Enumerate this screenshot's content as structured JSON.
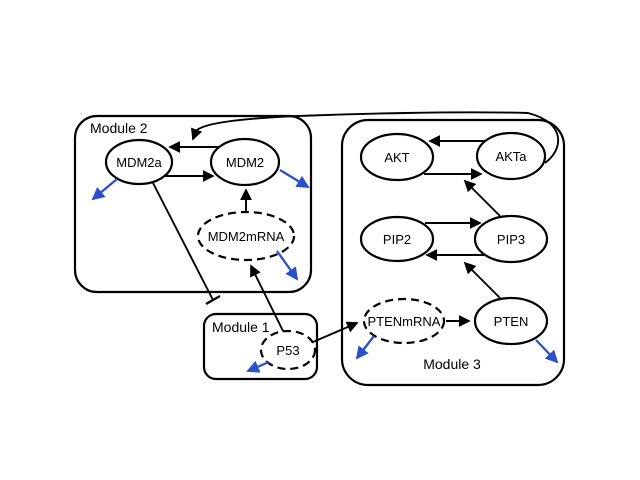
{
  "canvas": {
    "background": "#ffffff",
    "line_color": "#000000",
    "accent_blue": "#2b50c8"
  },
  "modules": [
    {
      "label": "Module 2"
    },
    {
      "label": "Module 1"
    },
    {
      "label": "Module 3"
    }
  ],
  "nodes": [
    {
      "label": "MDM2a",
      "style": "solid",
      "module": "Module 2"
    },
    {
      "label": "MDM2",
      "style": "solid",
      "module": "Module 2"
    },
    {
      "label": "MDM2mRNA",
      "style": "dashed",
      "module": "Module 2"
    },
    {
      "label": "P53",
      "style": "dashed",
      "module": "Module 1"
    },
    {
      "label": "AKT",
      "style": "solid",
      "module": "Module 3"
    },
    {
      "label": "AKTa",
      "style": "solid",
      "module": "Module 3"
    },
    {
      "label": "PIP2",
      "style": "solid",
      "module": "Module 3"
    },
    {
      "label": "PIP3",
      "style": "solid",
      "module": "Module 3"
    },
    {
      "label": "PTENmRNA",
      "style": "dashed",
      "module": "Module 3"
    },
    {
      "label": "PTEN",
      "style": "solid",
      "module": "Module 3"
    }
  ],
  "edges": [
    {
      "from": "MDM2",
      "to": "MDM2a",
      "type": "conversion"
    },
    {
      "from": "MDM2a",
      "to": "MDM2",
      "type": "conversion"
    },
    {
      "from": "MDM2mRNA",
      "to": "MDM2",
      "type": "translation"
    },
    {
      "from": "P53",
      "to": "MDM2mRNA",
      "type": "transcription"
    },
    {
      "from": "MDM2a",
      "to": "P53",
      "type": "inhibition"
    },
    {
      "from": "P53",
      "to": "PTENmRNA",
      "type": "transcription"
    },
    {
      "from": "PTENmRNA",
      "to": "PTEN",
      "type": "translation"
    },
    {
      "from": "PTEN",
      "to": "PIP3-to-PIP2",
      "type": "catalysis"
    },
    {
      "from": "PIP2",
      "to": "PIP3",
      "type": "conversion"
    },
    {
      "from": "PIP3",
      "to": "PIP2",
      "type": "conversion"
    },
    {
      "from": "PIP3",
      "to": "AKT-to-AKTa",
      "type": "catalysis"
    },
    {
      "from": "AKT",
      "to": "AKTa",
      "type": "conversion"
    },
    {
      "from": "AKTa",
      "to": "AKT",
      "type": "conversion"
    },
    {
      "from": "AKTa",
      "to": "MDM2-to-MDM2a",
      "type": "catalysis"
    }
  ],
  "degradation_arrows": [
    {
      "from": "MDM2a"
    },
    {
      "from": "MDM2"
    },
    {
      "from": "MDM2mRNA"
    },
    {
      "from": "P53"
    },
    {
      "from": "PTENmRNA"
    },
    {
      "from": "PTEN"
    }
  ]
}
